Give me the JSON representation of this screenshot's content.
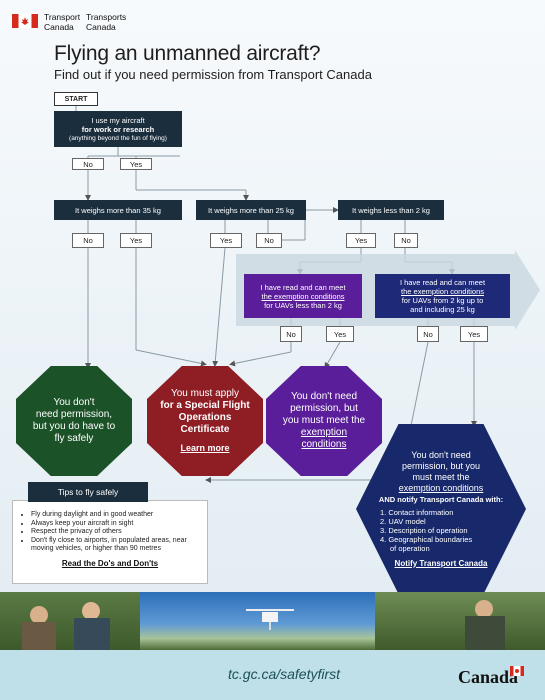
{
  "header": {
    "department_en": [
      "Transport",
      "Canada"
    ],
    "department_fr": [
      "Transports",
      "Canada"
    ],
    "title": "Flying an unmanned aircraft?",
    "subtitle": "Find out if you need permission from Transport Canada"
  },
  "flow": {
    "start": "START",
    "q_work": [
      "I use my aircraft",
      "for work or research",
      "(anything beyond the fun of flying)"
    ],
    "no": "No",
    "yes": "Yes",
    "q_35": "It weighs more than 35 kg",
    "q_25": "It weighs more than 25 kg",
    "q_2": "It weighs less than 2 kg",
    "q_small": [
      "I have read and can meet",
      "the exemption conditions",
      "for UAVs less than 2 kg"
    ],
    "q_mid": [
      "I have read and can meet",
      "the exemption conditions",
      "for UAVs from 2 kg up to",
      "and including 25 kg"
    ]
  },
  "outcomes": {
    "no_permission": [
      "You don't",
      "need permission,",
      "but you do have to",
      "fly safely"
    ],
    "sfoc": [
      "You must apply",
      "for a Special Flight",
      "Operations",
      "Certificate"
    ],
    "sfoc_link": "Learn more",
    "small": [
      "You don't need",
      "permission, but",
      "you must meet the",
      "exemption",
      "conditions"
    ],
    "mid": [
      "You don't need",
      "permission, but you",
      "must meet the",
      "exemption conditions",
      "AND notify Transport Canada with:"
    ],
    "mid_list": [
      "1. Contact information",
      "2. UAV model",
      "3. Description of operation",
      "4. Geographical boundaries",
      "of operation"
    ],
    "mid_link": "Notify Transport Canada"
  },
  "tips": {
    "title": "Tips to fly safely",
    "items": [
      "Fly during daylight and in good weather",
      "Always keep your aircraft in sight",
      "Respect the privacy of others",
      "Don't fly close to airports, in populated areas, near moving vehicles, or higher than 90 metres"
    ],
    "link": "Read the Do's and Don'ts"
  },
  "footer": {
    "url": "tc.gc.ca/safetyfirst",
    "wordmark": "Canada"
  },
  "colors": {
    "navy_box": "#1b2e3e",
    "green": "#1c5228",
    "red": "#8e1d24",
    "purple": "#5a1e9a",
    "blue": "#1e2a78"
  }
}
